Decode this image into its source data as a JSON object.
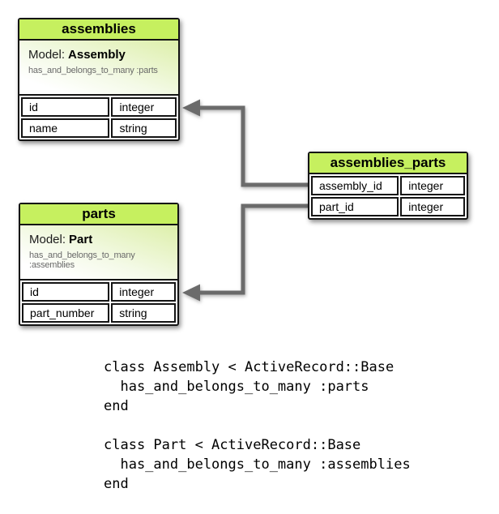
{
  "diagram": {
    "tables": [
      {
        "title": "assemblies",
        "model_label": "Model:",
        "model_name": "Assembly",
        "association": "has_and_belongs_to_many :parts",
        "rows": [
          {
            "name": "id",
            "type": "integer"
          },
          {
            "name": "name",
            "type": "string"
          }
        ]
      },
      {
        "title": "assemblies_parts",
        "rows": [
          {
            "name": "assembly_id",
            "type": "integer"
          },
          {
            "name": "part_id",
            "type": "integer"
          }
        ]
      },
      {
        "title": "parts",
        "model_label": "Model:",
        "model_name": "Part",
        "association": "has_and_belongs_to_many :assemblies",
        "rows": [
          {
            "name": "id",
            "type": "integer"
          },
          {
            "name": "part_number",
            "type": "string"
          }
        ]
      }
    ],
    "connectors": [
      {
        "from": "assemblies_parts.assembly_id",
        "to": "assemblies.id"
      },
      {
        "from": "assemblies_parts.part_id",
        "to": "parts.id"
      }
    ],
    "colors": {
      "header_green": "#c6f05f",
      "connector_gray": "#6b6b6b",
      "table_border": "#141414"
    }
  },
  "code": {
    "assembly_class": "class Assembly < ActiveRecord::Base\n  has_and_belongs_to_many :parts\nend",
    "part_class": "class Part < ActiveRecord::Base\n  has_and_belongs_to_many :assemblies\nend"
  }
}
